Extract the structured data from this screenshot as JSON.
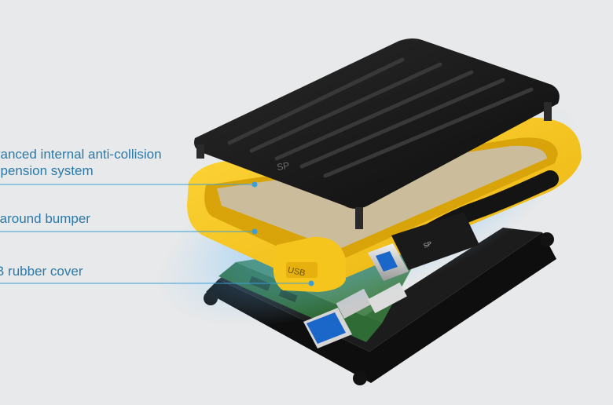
{
  "callouts": {
    "collision_line1": "vanced internal anti-collision",
    "collision_line2": "spension system",
    "bumper": "-around bumper",
    "rubber_cover": "B rubber cover"
  },
  "brand_mark": "SP",
  "port_label": "USB",
  "colors": {
    "background": "#e8e9ea",
    "callout_text": "#2b79a8",
    "callout_line": "#3b9fd6",
    "bumper_yellow": "#f3c21c",
    "shell_black": "#141414",
    "glow_blue": "#2aa6ff",
    "pcb_green": "#2f6b35",
    "usb_blue": "#1a66c9"
  }
}
